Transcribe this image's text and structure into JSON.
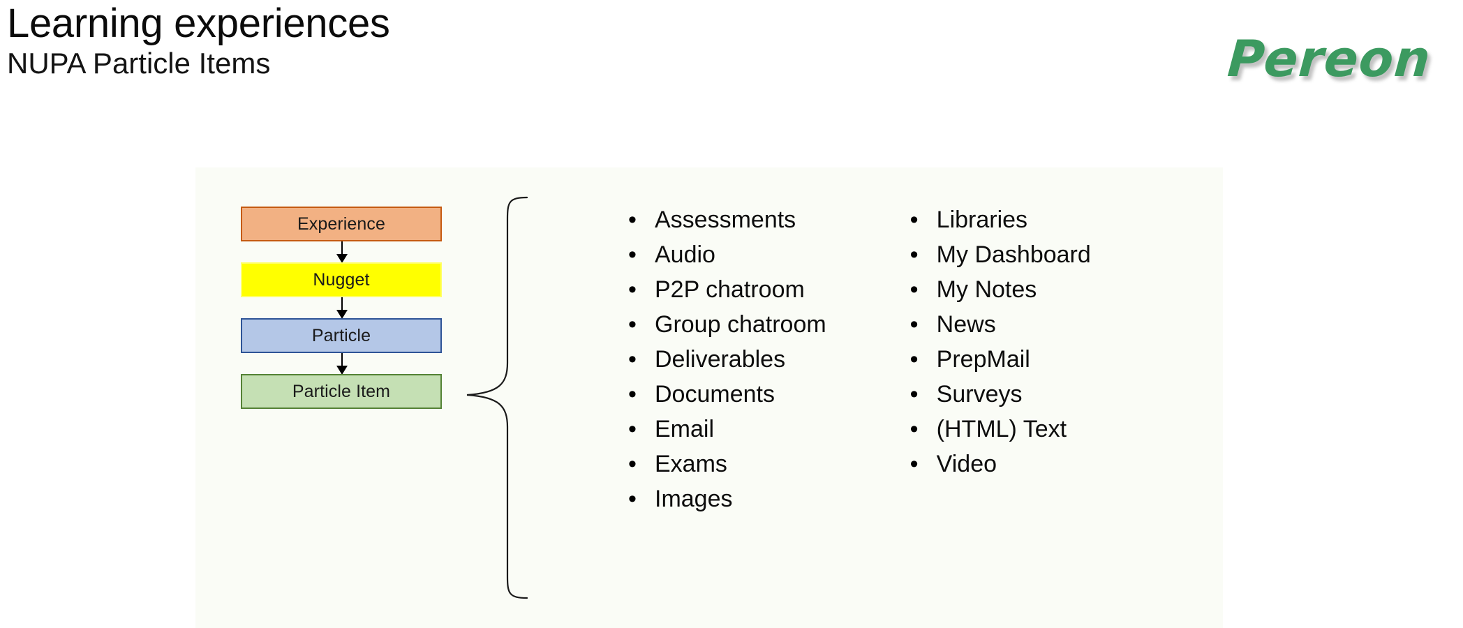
{
  "header": {
    "title": "Learning experiences",
    "subtitle": "NUPA Particle Items"
  },
  "brand": {
    "name": "Pereon",
    "color": "#3C9A60"
  },
  "panel": {
    "background": "#FAFCF6"
  },
  "hierarchy": {
    "name": "learning-object-hierarchy",
    "boxes": [
      {
        "label": "Experience",
        "fill": "#F2B183",
        "border": "#C55A11"
      },
      {
        "label": "Nugget",
        "fill": "#FFFF00",
        "border": "#FFFF66"
      },
      {
        "label": "Particle",
        "fill": "#B4C7E7",
        "border": "#2E5496"
      },
      {
        "label": "Particle Item",
        "fill": "#C5E0B4",
        "border": "#548235"
      }
    ],
    "connector": "downward-arrow"
  },
  "brace": {
    "orientation": "right-opening",
    "color": "#1a1a1a"
  },
  "particle_items": {
    "bullet_glyph": "•",
    "column_1": [
      "Assessments",
      "Audio",
      "P2P chatroom",
      "Group chatroom",
      "Deliverables",
      "Documents",
      "Email",
      "Exams",
      "Images"
    ],
    "column_2": [
      "Libraries",
      "My Dashboard",
      "My Notes",
      "News",
      "PrepMail",
      "Surveys",
      "(HTML) Text",
      "Video"
    ]
  }
}
